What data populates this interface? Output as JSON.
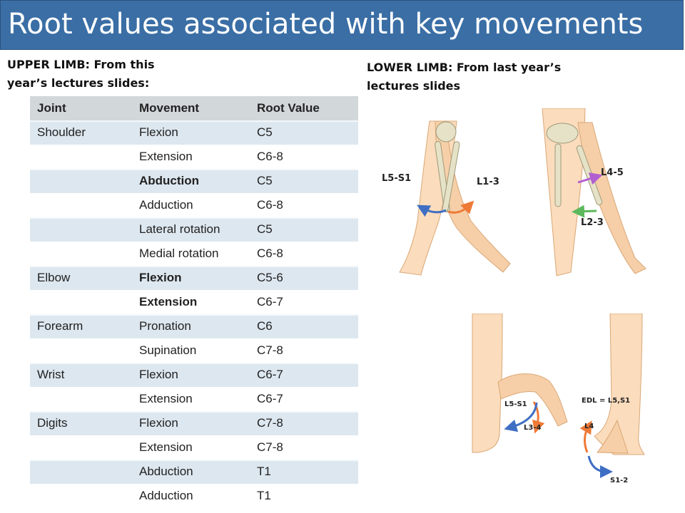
{
  "title": "Root values associated with key movements",
  "upper_heading": "UPPER LIMB: From this year’s lectures slides:",
  "lower_heading": "LOWER LIMB: From last year’s lectures slides",
  "table": {
    "headers": [
      "Joint",
      "Movement",
      "Root Value"
    ],
    "rows": [
      {
        "joint": "Shoulder",
        "movement": "Flexion",
        "root": "C5"
      },
      {
        "joint": "",
        "movement": "Extension",
        "root": "C6-8"
      },
      {
        "joint": "",
        "movement": "Abduction",
        "root": "C5"
      },
      {
        "joint": "",
        "movement": "Adduction",
        "root": "C6-8"
      },
      {
        "joint": "",
        "movement": "Lateral rotation",
        "root": "C5"
      },
      {
        "joint": "",
        "movement": "Medial rotation",
        "root": "C6-8"
      },
      {
        "joint": "Elbow",
        "movement": "Flexion",
        "root": "C5-6"
      },
      {
        "joint": "",
        "movement": "Extension",
        "root": "C6-7"
      },
      {
        "joint": "Forearm",
        "movement": "Pronation",
        "root": "C6"
      },
      {
        "joint": "",
        "movement": "Supination",
        "root": "C7-8"
      },
      {
        "joint": "Wrist",
        "movement": "Flexion",
        "root": "C6-7"
      },
      {
        "joint": "",
        "movement": "Extension",
        "root": "C6-7"
      },
      {
        "joint": "Digits",
        "movement": "Flexion",
        "root": "C7-8"
      },
      {
        "joint": "",
        "movement": "Extension",
        "root": "C7-8"
      },
      {
        "joint": "",
        "movement": "Abduction",
        "root": "T1"
      },
      {
        "joint": "",
        "movement": "Adduction",
        "root": "T1"
      }
    ]
  },
  "figures": {
    "hip_flexion_extension": {
      "left_label": "L5-S1",
      "right_label": "L1-3"
    },
    "hip_abduction_adduction": {
      "top_label": "L4-5",
      "bottom_label": "L2-3"
    },
    "knee": {
      "top_label": "L5-S1",
      "bottom_label": "L3-4"
    },
    "ankle": {
      "edl_label": "EDL = L5,S1",
      "top_label": "L4",
      "bottom_label": "S1-2"
    }
  },
  "colors": {
    "title_bg": "#3a6ea5",
    "row_shade": "#dde7ef",
    "header_bg": "#d2d7da",
    "skin": "#fbdcbc",
    "arrow_blue": "#3f6fc4",
    "arrow_orange": "#ee7a37",
    "arrow_purple": "#b25fd1",
    "arrow_green": "#5cb85c"
  }
}
